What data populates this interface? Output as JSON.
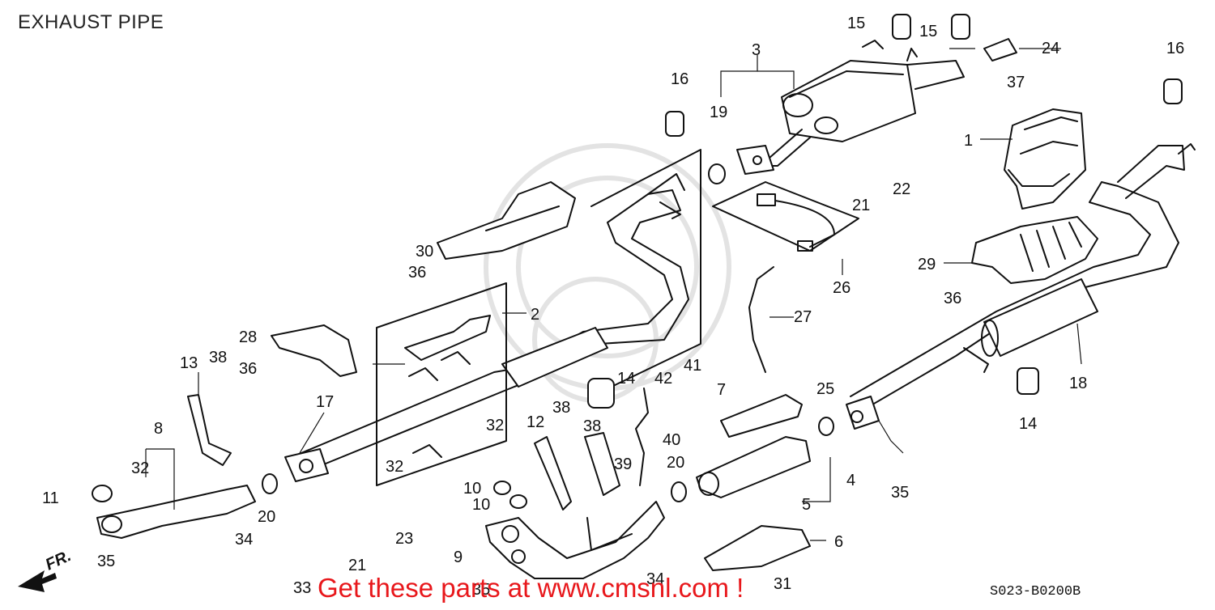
{
  "title": "EXHAUST PIPE",
  "banner": "Get these parts at www.cmsnl.com !",
  "diagram_code": "S023-B0200B",
  "direction": {
    "label": "FR."
  },
  "colors": {
    "ink": "#111111",
    "banner": "#e8171b",
    "watermark": "#dddddd"
  },
  "callouts": [
    {
      "label": "1"
    },
    {
      "label": "2"
    },
    {
      "label": "3"
    },
    {
      "label": "4"
    },
    {
      "label": "5"
    },
    {
      "label": "6"
    },
    {
      "label": "7"
    },
    {
      "label": "8"
    },
    {
      "label": "9"
    },
    {
      "label": "10"
    },
    {
      "label": "10"
    },
    {
      "label": "11"
    },
    {
      "label": "12"
    },
    {
      "label": "13"
    },
    {
      "label": "14"
    },
    {
      "label": "14"
    },
    {
      "label": "15"
    },
    {
      "label": "15"
    },
    {
      "label": "16"
    },
    {
      "label": "16"
    },
    {
      "label": "17"
    },
    {
      "label": "18"
    },
    {
      "label": "19"
    },
    {
      "label": "20"
    },
    {
      "label": "20"
    },
    {
      "label": "21"
    },
    {
      "label": "21"
    },
    {
      "label": "22"
    },
    {
      "label": "23"
    },
    {
      "label": "24"
    },
    {
      "label": "25"
    },
    {
      "label": "26"
    },
    {
      "label": "27"
    },
    {
      "label": "28"
    },
    {
      "label": "29"
    },
    {
      "label": "30"
    },
    {
      "label": "31"
    },
    {
      "label": "32"
    },
    {
      "label": "32"
    },
    {
      "label": "32"
    },
    {
      "label": "33"
    },
    {
      "label": "34"
    },
    {
      "label": "34"
    },
    {
      "label": "35"
    },
    {
      "label": "35"
    },
    {
      "label": "35"
    },
    {
      "label": "36"
    },
    {
      "label": "36"
    },
    {
      "label": "36"
    },
    {
      "label": "37"
    },
    {
      "label": "38"
    },
    {
      "label": "38"
    },
    {
      "label": "38"
    },
    {
      "label": "39"
    },
    {
      "label": "40"
    },
    {
      "label": "41"
    },
    {
      "label": "42"
    }
  ]
}
